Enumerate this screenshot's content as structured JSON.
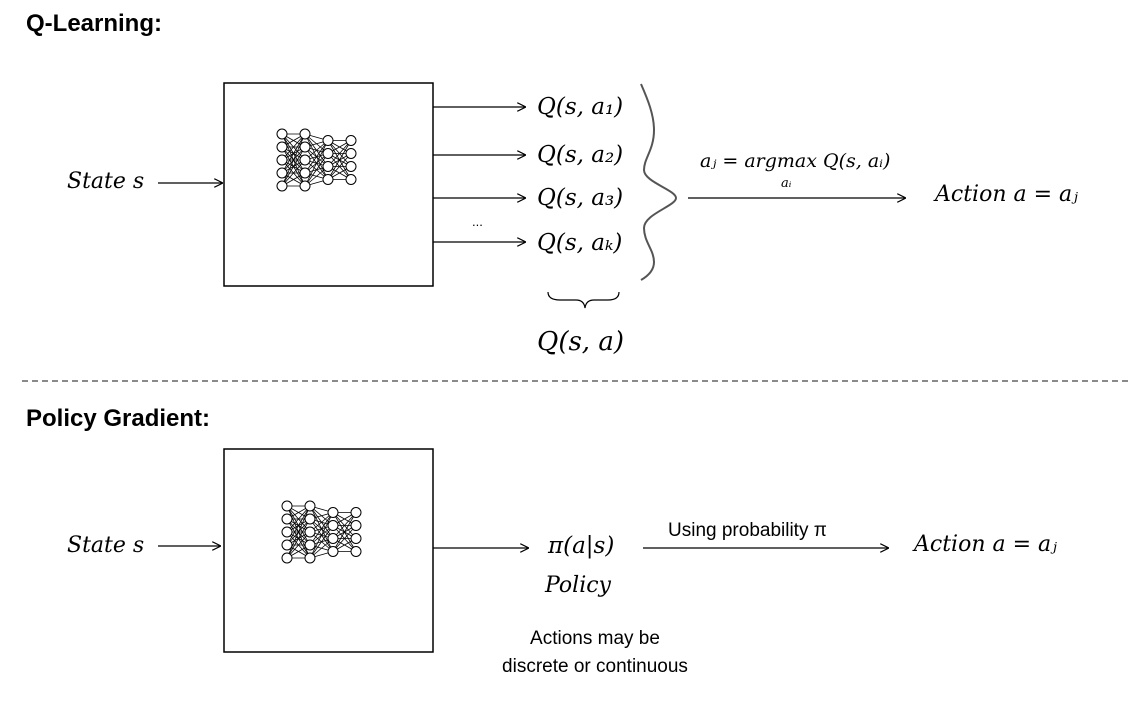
{
  "q_learning": {
    "heading": "Q-Learning:",
    "input_label": "State s",
    "outputs": [
      "Q(s, a₁)",
      "Q(s, a₂)",
      "Q(s, a₃)",
      "Q(s, aₖ)"
    ],
    "ellipsis": "...",
    "brace_label": "Q(s, a)",
    "selection_formula": "aⱼ = argmax Q(s, aᵢ)",
    "selection_subscript": "aᵢ",
    "action_label": "Action a = aⱼ"
  },
  "policy_gradient": {
    "heading": "Policy Gradient:",
    "input_label": "State s",
    "output": "π(a|s)",
    "output_caption": "Policy",
    "selection_label": "Using probability π",
    "action_label": "Action a = aⱼ",
    "note_line1": "Actions may be",
    "note_line2": "discrete or continuous"
  }
}
